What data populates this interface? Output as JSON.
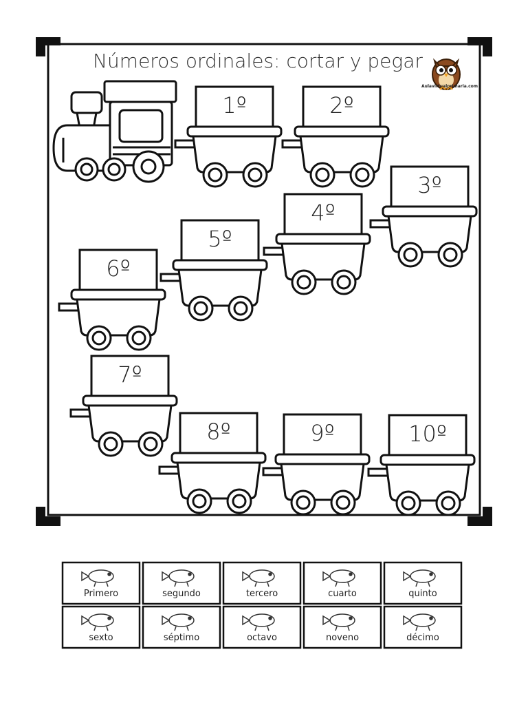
{
  "worksheet": {
    "title": "Números ordinales: cortar y pegar",
    "site": "Aulavirtualprimaria.com",
    "logo_icon": "owl-icon"
  },
  "wagons": [
    {
      "label": "1º"
    },
    {
      "label": "2º"
    },
    {
      "label": "3º"
    },
    {
      "label": "4º"
    },
    {
      "label": "5º"
    },
    {
      "label": "6º"
    },
    {
      "label": "7º"
    },
    {
      "label": "8º"
    },
    {
      "label": "9º"
    },
    {
      "label": "10º"
    }
  ],
  "cutout_cards": [
    {
      "word": "Primero",
      "icon": "crocodile-icon"
    },
    {
      "word": "segundo",
      "icon": "beaver-icon"
    },
    {
      "word": "tercero",
      "icon": "duck-icon"
    },
    {
      "word": "cuarto",
      "icon": "snake-icon"
    },
    {
      "word": "quinto",
      "icon": "turtle-icon"
    },
    {
      "word": "sexto",
      "icon": "fly-icon"
    },
    {
      "word": "séptimo",
      "icon": "snail-icon"
    },
    {
      "word": "octavo",
      "icon": "fish-icon"
    },
    {
      "word": "noveno",
      "icon": "frog-icon"
    },
    {
      "word": "décimo",
      "icon": "shrimp-icon"
    }
  ]
}
